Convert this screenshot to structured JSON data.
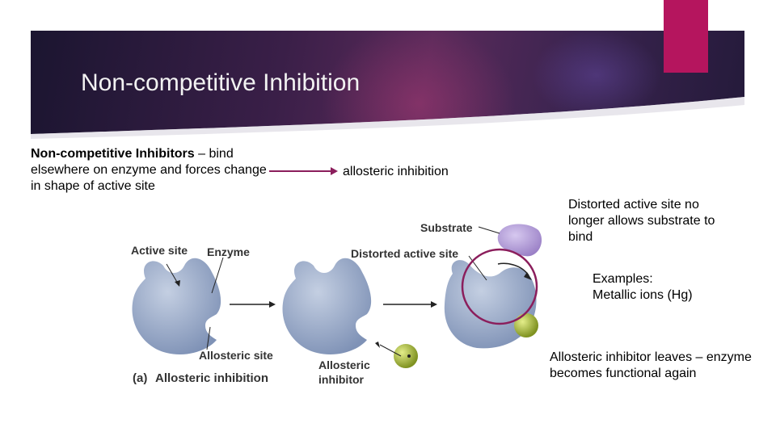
{
  "slide": {
    "title": "Non-competitive Inhibition",
    "lead_bold": "Non-competitive Inhibitors",
    "lead_rest": " – bind elsewhere on enzyme and forces change in shape of active site",
    "arrow_label": "allosteric inhibition",
    "note_distorted": "Distorted active site no longer allows substrate to bind",
    "examples_heading": "Examples:",
    "examples_text": "Metallic ions (Hg)",
    "note_leaves": "Allosteric inhibitor leaves – enzyme becomes functional again"
  },
  "diagram": {
    "substrate": "Substrate",
    "active_site": "Active site",
    "enzyme": "Enzyme",
    "distorted_active_site": "Distorted active site",
    "allosteric_site": "Allosteric site",
    "allosteric_inhibitor_line1": "Allosteric",
    "allosteric_inhibitor_line2": "inhibitor",
    "caption_tag": "(a)",
    "caption": "Allosteric inhibition"
  },
  "colors": {
    "accent": "#b5155e",
    "arrow": "#8b1e5c",
    "enzyme": "#8d9fc0",
    "inhibitor": "#9aae2a",
    "substrate": "#a98fd0"
  }
}
